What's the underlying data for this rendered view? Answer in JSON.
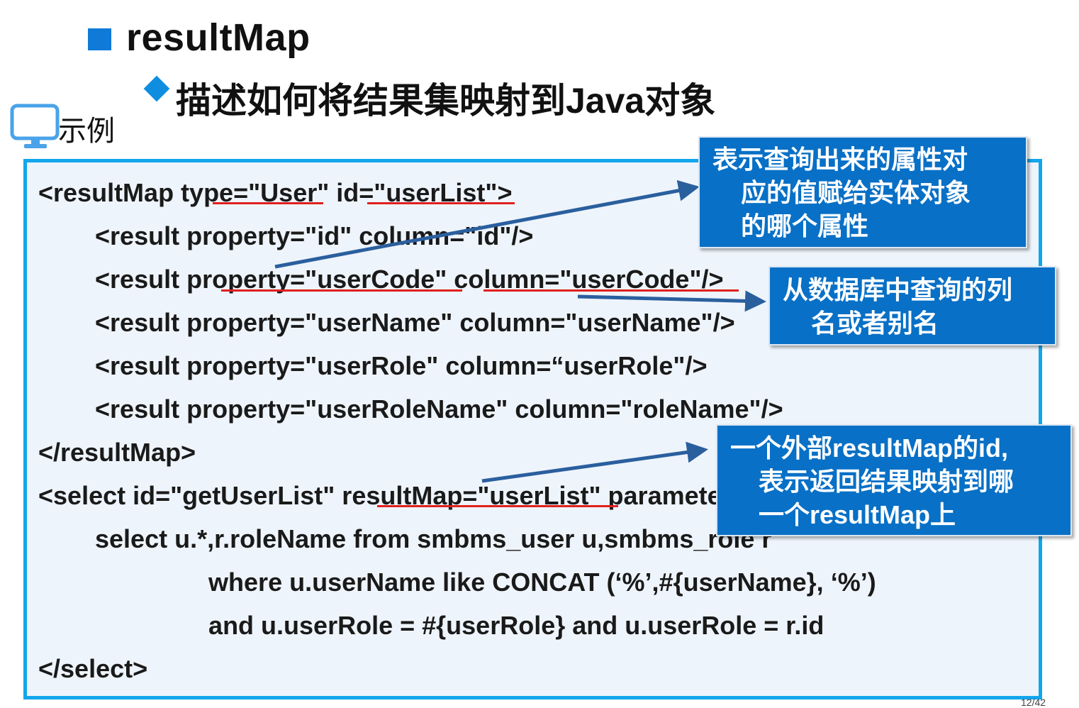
{
  "slide": {
    "title": "resultMap",
    "subtitle": "描述如何将结果集映射到Java对象",
    "example_label": "示例",
    "page_number": "12/42"
  },
  "code": {
    "lines": [
      "<resultMap type=\"User\" id=\"userList\">",
      "        <result property=\"id\" column=\"id\"/>",
      "        <result property=\"userCode\" column=\"userCode\"/>",
      "        <result property=\"userName\" column=\"userName\"/>",
      "        <result property=\"userRole\" column=“userRole\"/>",
      "        <result property=\"userRoleName\" column=\"roleName\"/>",
      "</resultMap>",
      "<select id=\"getUserList\" resultMap=\"userList\" parameterType=\"User\">",
      "        select u.*,r.roleName from smbms_user u,smbms_role r",
      "                        where u.userName like CONCAT (‘%’,#{userName}, ‘%’)",
      "                        and u.userRole = #{userRole} and u.userRole = r.id",
      "</select>"
    ]
  },
  "callouts": {
    "property": [
      "表示查询出来的属性对",
      "    应的值赋给实体对象",
      "    的哪个属性"
    ],
    "column": [
      "从数据库中查询的列",
      "    名或者别名"
    ],
    "resultmap": [
      "一个外部resultMap的id,",
      "    表示返回结果映射到哪",
      "    一个resultMap上"
    ]
  },
  "colors": {
    "accent_blue": "#0f7ad8",
    "callout_bg": "#0870c6",
    "code_border": "#12a6ec",
    "underline_red": "#e0201f",
    "arrow": "#2a5f9e"
  },
  "icons": {
    "monitor": "monitor-icon",
    "square_bullet": "square-bullet-icon",
    "diamond_bullet": "diamond-bullet-icon"
  }
}
